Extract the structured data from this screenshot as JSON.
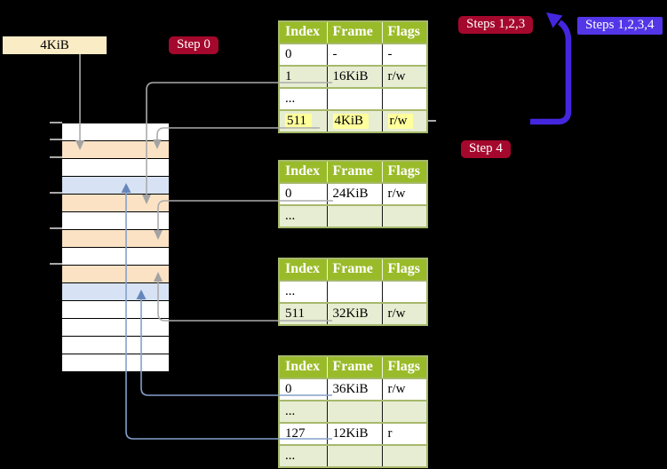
{
  "labels": {
    "page_size": "4KiB",
    "step0": "Step 0",
    "steps123": "Steps 1,2,3",
    "steps1234": "Steps 1,2,3,4",
    "step4": "Step 4"
  },
  "palette": {
    "red_badge": "#a5082d",
    "blue_badge": "#5236e8",
    "blue_loop_arrow": "#4526df",
    "table_header_green": "#9abb29",
    "table_row_green": "#e7edd2",
    "table_border_olive": "#a6b96b",
    "memory_frame_peach": "#fbe2c4",
    "memory_frame_blue": "#d7e3f4",
    "page_size_box_cream": "#faecc5",
    "highlight_yellow": "#ffff9c",
    "gray_connector": "#ababab",
    "blue_connector": "#85a0cc"
  },
  "memory_column": {
    "rows": [
      "white",
      "peach",
      "white",
      "blue",
      "peach",
      "white",
      "peach",
      "white",
      "peach",
      "blue",
      "white",
      "white",
      "white",
      "white"
    ]
  },
  "page_tables": [
    {
      "name": "page-table-level-1",
      "headers": [
        "Index",
        "Frame",
        "Flags"
      ],
      "rows": [
        {
          "cells": [
            "0",
            "-",
            "-"
          ],
          "shaded": false,
          "highlighted": false
        },
        {
          "cells": [
            "1",
            "16KiB",
            "r/w"
          ],
          "shaded": true,
          "highlighted": false
        },
        {
          "cells": [
            "...",
            "",
            ""
          ],
          "shaded": false,
          "highlighted": false
        },
        {
          "cells": [
            "511",
            "4KiB",
            "r/w"
          ],
          "shaded": true,
          "highlighted": true
        }
      ]
    },
    {
      "name": "page-table-level-2",
      "headers": [
        "Index",
        "Frame",
        "Flags"
      ],
      "rows": [
        {
          "cells": [
            "0",
            "24KiB",
            "r/w"
          ],
          "shaded": false,
          "highlighted": false
        },
        {
          "cells": [
            "...",
            "",
            ""
          ],
          "shaded": true,
          "highlighted": false
        }
      ]
    },
    {
      "name": "page-table-level-3",
      "headers": [
        "Index",
        "Frame",
        "Flags"
      ],
      "rows": [
        {
          "cells": [
            "...",
            "",
            ""
          ],
          "shaded": false,
          "highlighted": false
        },
        {
          "cells": [
            "511",
            "32KiB",
            "r/w"
          ],
          "shaded": true,
          "highlighted": false
        }
      ]
    },
    {
      "name": "page-table-level-4",
      "headers": [
        "Index",
        "Frame",
        "Flags"
      ],
      "rows": [
        {
          "cells": [
            "0",
            "36KiB",
            "r/w"
          ],
          "shaded": false,
          "highlighted": false
        },
        {
          "cells": [
            "...",
            "",
            ""
          ],
          "shaded": true,
          "highlighted": false
        },
        {
          "cells": [
            "127",
            "12KiB",
            "r"
          ],
          "shaded": false,
          "highlighted": false
        },
        {
          "cells": [
            "...",
            "",
            ""
          ],
          "shaded": true,
          "highlighted": false
        }
      ]
    }
  ]
}
